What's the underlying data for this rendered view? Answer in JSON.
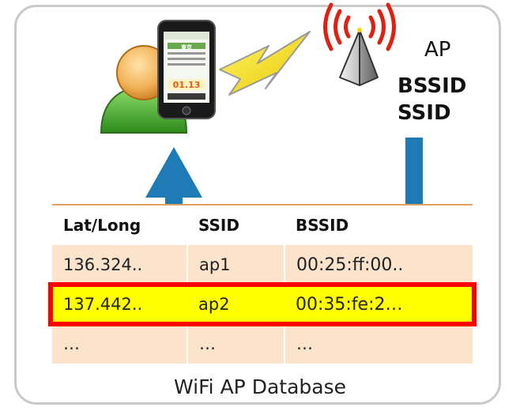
{
  "labels": {
    "ap": "AP",
    "bssid": "BSSID",
    "ssid": "SSID",
    "database_caption": "WiFi AP Database"
  },
  "phone_screen": {
    "station": "東京",
    "countdown": "01.13"
  },
  "table": {
    "headers": [
      "Lat/Long",
      "SSID",
      "BSSID"
    ],
    "rows": [
      [
        "136.324..",
        "ap1",
        "00:25:ff:00.."
      ],
      [
        "137.442..",
        "ap2",
        "00:35:fe:2…"
      ],
      [
        "…",
        "…",
        "…"
      ]
    ],
    "highlighted_row": 1
  },
  "colors": {
    "arrow": "#1f7bb5",
    "highlight_fill": "#ffff00",
    "highlight_border": "#ff0000",
    "row_fill": "#fbe3cc",
    "signal_waves": "#e02010",
    "lightning": "#f6e21a"
  },
  "icons": [
    "user-icon",
    "smartphone-icon",
    "lightning-icon",
    "access-point-icon",
    "signal-waves-icon",
    "up-arrow-icon",
    "down-arrow-icon"
  ]
}
